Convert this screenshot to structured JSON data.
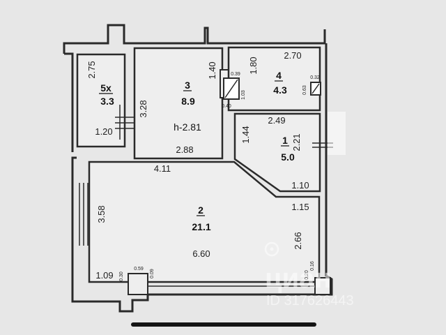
{
  "rooms": [
    {
      "id": "5x",
      "number": "5х",
      "area": "3.3"
    },
    {
      "id": "3",
      "number": "3",
      "area": "8.9",
      "height": "h-2.81"
    },
    {
      "id": "4",
      "number": "4",
      "area": "4.3"
    },
    {
      "id": "1",
      "number": "1",
      "area": "5.0"
    },
    {
      "id": "2",
      "number": "2",
      "area": "21.1"
    }
  ],
  "dimensions": {
    "balcony_height": "2.75",
    "balcony_width": "1.20",
    "room3_height": "3.28",
    "room3_closet_height": "1.40",
    "room3_closet_width": "0.40",
    "room3_width": "2.88",
    "room4_height": "1.80",
    "room4_width": "2.70",
    "room4_shaft_left_w": "0.39",
    "room4_shaft_left_h": "1.03",
    "room4_shaft_right_w": "0.32",
    "room4_shaft_right_h": "0.63",
    "room1_width": "2.49",
    "room1_height_left": "1.44",
    "room1_height_right": "2.21",
    "room1_bottom": "1.10",
    "room2_top": "4.11",
    "room2_height": "3.58",
    "room2_right_top": "1.15",
    "room2_right": "2.66",
    "room2_width": "6.60",
    "room2_bottom_left": "1.09",
    "col_left_a": "0.30",
    "col_left_b": "0.59",
    "col_left_c": "0.09",
    "col_right_a": "0.20",
    "col_right_b": "0.16"
  },
  "watermark": {
    "brand": "циан",
    "id": "ID 317626443"
  },
  "colors": {
    "background": "#e7e7e7",
    "wall": "#2a2a2a",
    "room_fill": "#eeeeee"
  }
}
